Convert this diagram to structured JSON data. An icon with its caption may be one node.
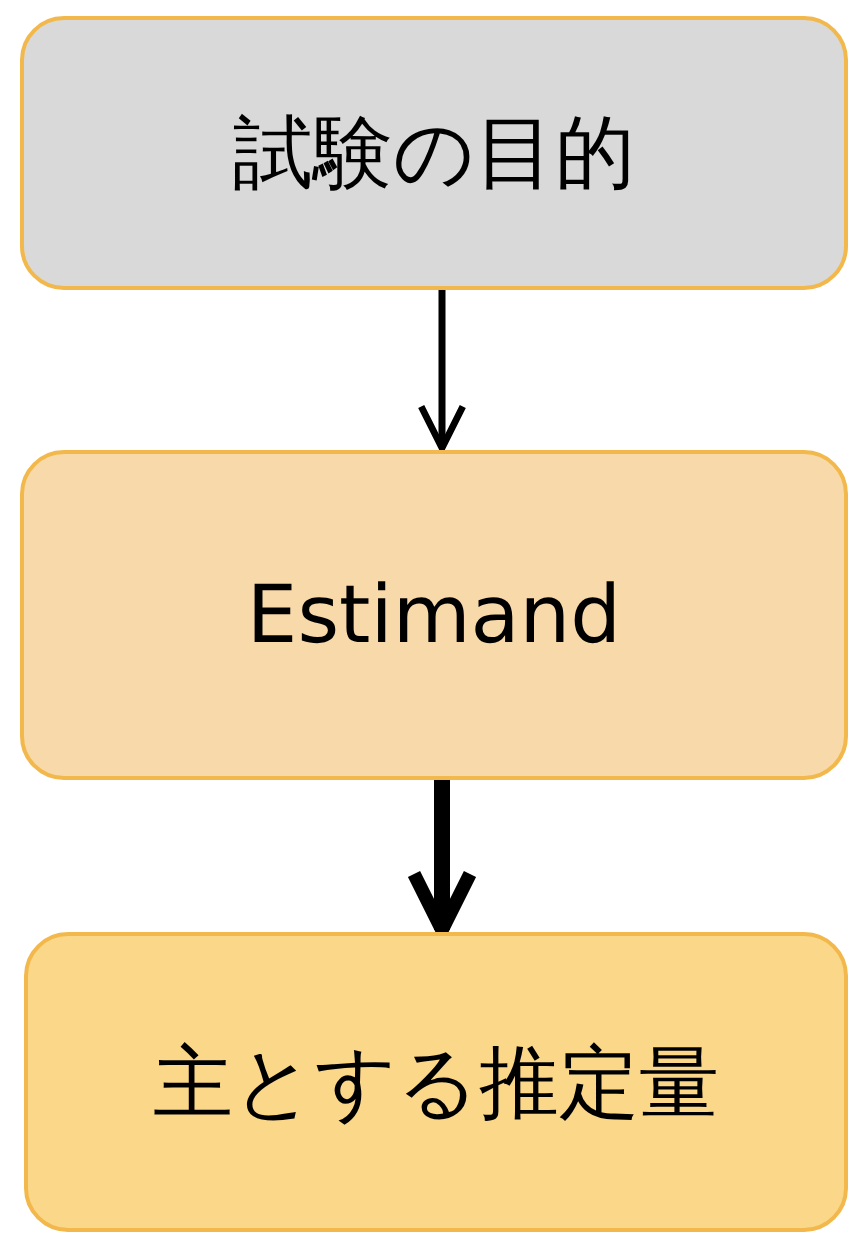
{
  "diagram": {
    "nodes": [
      {
        "text": [
          "試験の目的"
        ]
      },
      {
        "text": [
          "Estimand"
        ]
      },
      {
        "text": [
          "主とする推定量"
        ]
      }
    ],
    "edges": [
      {
        "from": 0,
        "to": 1,
        "arrow": "to"
      },
      {
        "from": 1,
        "to": 2,
        "arrow": "to",
        "style": "thick"
      }
    ]
  }
}
